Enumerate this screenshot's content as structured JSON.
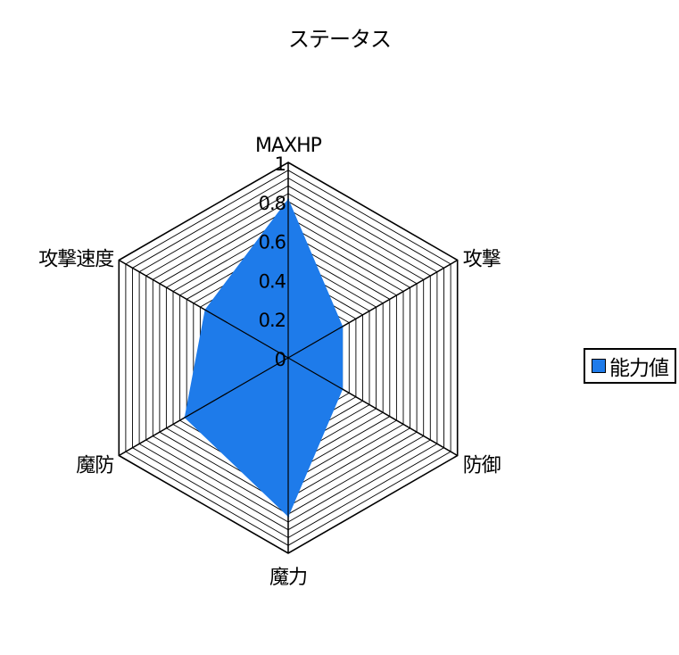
{
  "chart_data": {
    "type": "radar",
    "title": "ステータス",
    "categories": [
      "MAXHP",
      "攻撃",
      "防御",
      "魔力",
      "魔防",
      "攻撃速度"
    ],
    "series": [
      {
        "name": "能力値",
        "values": [
          0.81,
          0.32,
          0.32,
          0.81,
          0.61,
          0.49
        ]
      }
    ],
    "rlim": [
      0,
      1
    ],
    "ticks": [
      0,
      0.2,
      0.4,
      0.6,
      0.8,
      1
    ],
    "tick_labels": [
      "0",
      "0.2",
      "0.4",
      "0.6",
      "0.8",
      "1"
    ],
    "legend": "right",
    "colors": {
      "fill": "#1e7bea",
      "line": "#000000"
    }
  }
}
